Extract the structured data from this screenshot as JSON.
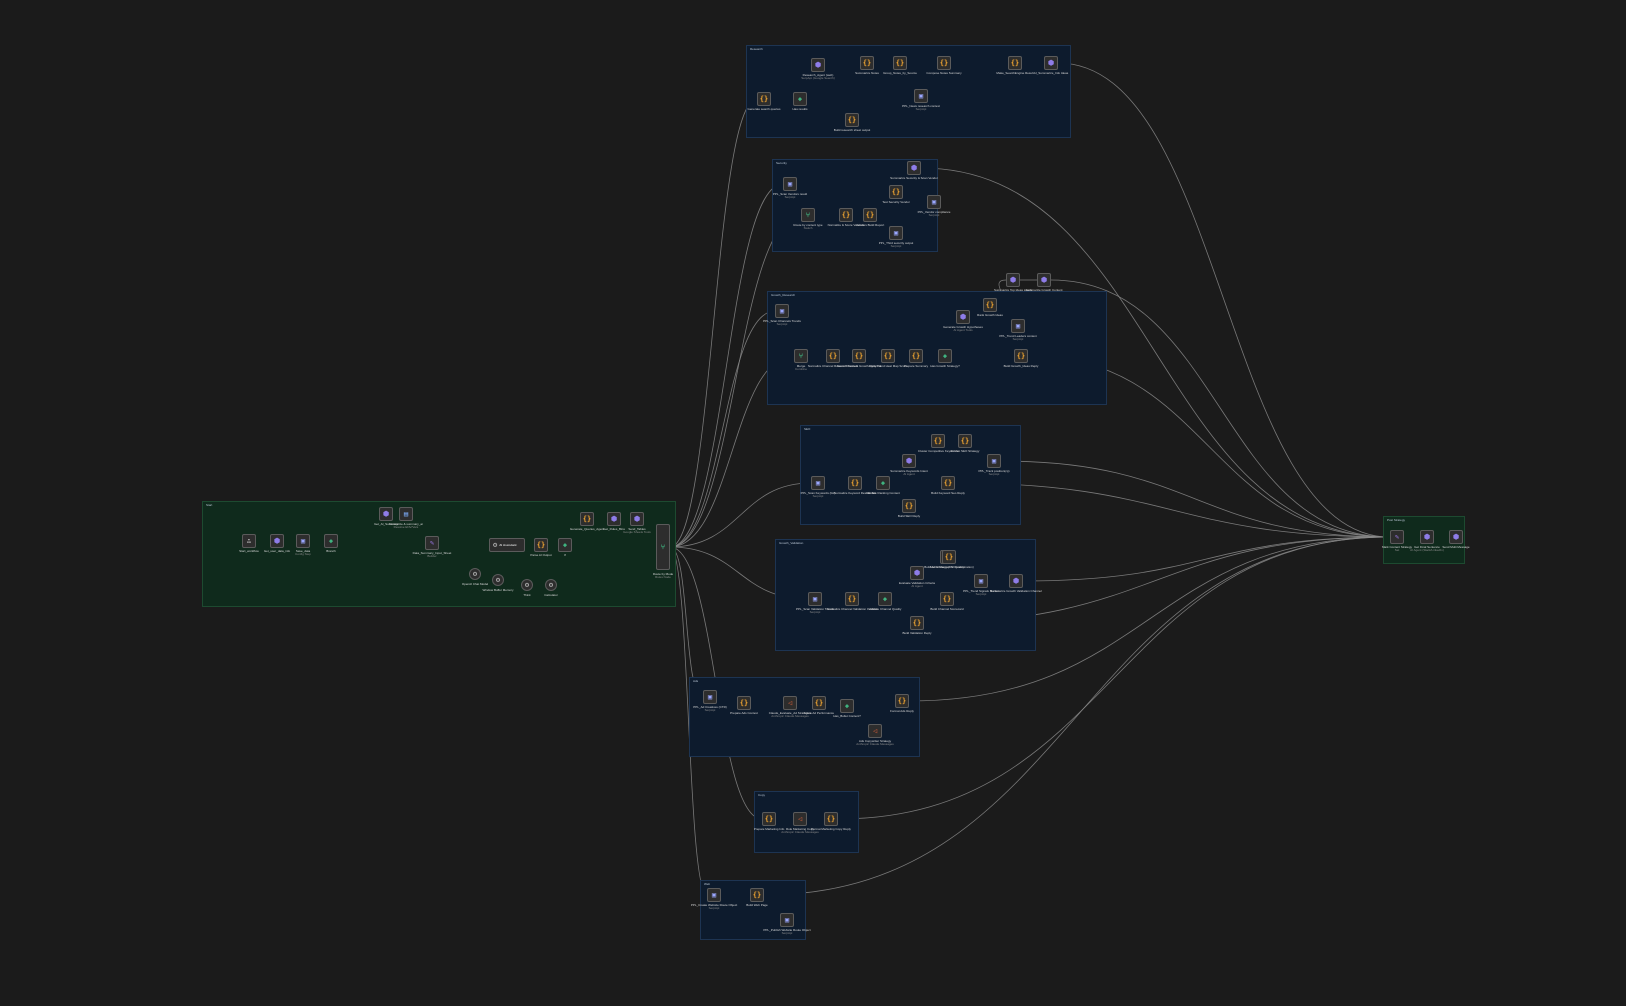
{
  "colors": {
    "background": "#1b1b1b",
    "group_blue": "#0d1b2d",
    "group_green": "#0f2a1c",
    "edge": "#8a8a8a",
    "code_icon": "#f0a531",
    "ai_icon": "#8e7ce8",
    "switch_icon": "#3fb27f"
  },
  "groups": {
    "start": "Start",
    "research": "Research",
    "security": "Security",
    "growth_research": "Growth_Research",
    "seo": "SEO",
    "growth_validation": "Growth_Validation",
    "ads": "Ads",
    "copy": "Copy",
    "web": "Web",
    "post": "Post Strategy"
  },
  "nodes": {
    "start": [
      {
        "id": "n1",
        "icon": "trigger-icon",
        "label": "Start_workflow"
      },
      {
        "id": "n2",
        "icon": "ai-icon",
        "label": "Get_user_data_info"
      },
      {
        "id": "n3",
        "icon": "http-icon",
        "label": "Save_data",
        "sub": "Config Step"
      },
      {
        "id": "n4",
        "icon": "if-icon",
        "label": "Branch"
      },
      {
        "id": "n5",
        "icon": "ai-icon",
        "label": "Get_AI_Summary"
      },
      {
        "id": "n6",
        "icon": "db-icon",
        "label": "Normalize & summary_ai",
        "sub": "Resolve ENV/Vars"
      },
      {
        "id": "n7",
        "icon": "edit-icon",
        "label": "Data_Summary_Input_Sheet",
        "sub": "Builder"
      },
      {
        "id": "n8",
        "icon": "tool-icon",
        "label": "AI Assistant",
        "big": true
      },
      {
        "id": "n9",
        "icon": "code-icon",
        "label": "Parse AI Output"
      },
      {
        "id": "n10",
        "icon": "if-icon",
        "label": "If"
      },
      {
        "id": "n11",
        "icon": "code-icon",
        "label": "Generate_Queries_Agent"
      },
      {
        "id": "n12",
        "icon": "ai-icon",
        "label": "Get_Rules_Bins"
      },
      {
        "id": "n13",
        "icon": "ai-icon",
        "label": "Send_Tables",
        "sub": "Google Sheets Tools"
      },
      {
        "id": "n14",
        "icon": "switch-icon",
        "label": "Route by Mode",
        "sub": "Rules Node"
      },
      {
        "id": "t1",
        "icon": "tool-icon",
        "label": "OpenAI Chat Model",
        "round": true
      },
      {
        "id": "t2",
        "icon": "tool-icon",
        "label": "Window Buffer Memory",
        "round": true
      },
      {
        "id": "t3",
        "icon": "tool-icon",
        "label": "Think",
        "round": true
      },
      {
        "id": "t4",
        "icon": "tool-icon",
        "label": "Calculator",
        "round": true
      }
    ],
    "research": [
      {
        "id": "r1",
        "icon": "code-icon",
        "label": "Generate search queries"
      },
      {
        "id": "r2",
        "icon": "if-icon",
        "label": "Has results"
      },
      {
        "id": "r3",
        "icon": "ai-icon",
        "label": "Research_Agent (web)",
        "sub": "SerpApi (Google Search)"
      },
      {
        "id": "r4",
        "icon": "code-icon",
        "label": "Summarize Notes"
      },
      {
        "id": "r5",
        "icon": "code-icon",
        "label": "Group_Notes_by_Source"
      },
      {
        "id": "r6",
        "icon": "code-icon",
        "label": "Compose Notes Summary"
      },
      {
        "id": "r7",
        "icon": "http-icon",
        "label": "PPL_News research context",
        "sub": "SerpApi"
      },
      {
        "id": "r8",
        "icon": "code-icon",
        "label": "Make_SearchEngine Result"
      },
      {
        "id": "r9",
        "icon": "ai-icon",
        "label": "AI_Summarize_Info Ideas"
      },
      {
        "id": "r10",
        "icon": "code-icon",
        "label": "Build research sheet output"
      }
    ],
    "security": [
      {
        "id": "s1",
        "icon": "http-icon",
        "label": "PPL_Scan Vendors result",
        "sub": "SerpApi"
      },
      {
        "id": "s2",
        "icon": "switch-icon",
        "label": "Route by content type",
        "sub": "Switch"
      },
      {
        "id": "s3",
        "icon": "code-icon",
        "label": "Normalize & Score Vendors"
      },
      {
        "id": "s4",
        "icon": "code-icon",
        "label": "Vendors Build Report"
      },
      {
        "id": "s5",
        "icon": "ai-icon",
        "label": "Summarize Security & Scan Vendor"
      },
      {
        "id": "s6",
        "icon": "code-icon",
        "label": "Test Security Vendor"
      },
      {
        "id": "s7",
        "icon": "http-icon",
        "label": "PPL_Vendor compliance",
        "sub": "SerpApi"
      },
      {
        "id": "s8",
        "icon": "http-icon",
        "label": "PPL_Third security output",
        "sub": "SerpApi"
      }
    ],
    "growth_research": [
      {
        "id": "g1",
        "icon": "http-icon",
        "label": "PPL_Scan Channels Trends",
        "sub": "SerpApi"
      },
      {
        "id": "g2",
        "icon": "switch-icon",
        "label": "Merge",
        "sub": "Combine"
      },
      {
        "id": "g3",
        "icon": "code-icon",
        "label": "Normalize Channel Research Context"
      },
      {
        "id": "g4",
        "icon": "code-icon",
        "label": "Score Channels Growth Potential"
      },
      {
        "id": "g5",
        "icon": "code-icon",
        "label": "Apply Trend Heat Map Score"
      },
      {
        "id": "g6",
        "icon": "code-icon",
        "label": "Prepare Summary"
      },
      {
        "id": "g7",
        "icon": "if-icon",
        "label": "Has Growth Strategy?"
      },
      {
        "id": "g8",
        "icon": "ai-icon",
        "label": "Generate Growth Hypotheses",
        "sub": "AI Agent Tools"
      },
      {
        "id": "g9",
        "icon": "code-icon",
        "label": "Rank Growth Ideas"
      },
      {
        "id": "g10",
        "icon": "ai-icon",
        "label": "Summarize Top Ideas Leads"
      },
      {
        "id": "g11",
        "icon": "ai-icon",
        "label": "Summarize Growth Content"
      },
      {
        "id": "g12",
        "icon": "http-icon",
        "label": "PPL_Trend Leaders context",
        "sub": "SerpApi"
      },
      {
        "id": "g13",
        "icon": "code-icon",
        "label": "Build Growth_Ideas Reply"
      }
    ],
    "seo": [
      {
        "id": "e1",
        "icon": "http-icon",
        "label": "PPL_Scan Keywords (list)",
        "sub": "SerpApi"
      },
      {
        "id": "e2",
        "icon": "code-icon",
        "label": "Normalize Keyword Results Set"
      },
      {
        "id": "e3",
        "icon": "if-icon",
        "label": "Validate Ranking Content"
      },
      {
        "id": "e4",
        "icon": "ai-icon",
        "label": "Summarize Keywords Intent",
        "sub": "AI Agent"
      },
      {
        "id": "e5",
        "icon": "code-icon",
        "label": "Cluster Competitive Keywords"
      },
      {
        "id": "e6",
        "icon": "code-icon",
        "label": "Format SEO Strategy"
      },
      {
        "id": "e7",
        "icon": "http-icon",
        "label": "PPL_Track position(cp)",
        "sub": "SerpApi"
      },
      {
        "id": "e8",
        "icon": "code-icon",
        "label": "Build Keyword Seo Reply"
      },
      {
        "id": "e9",
        "icon": "code-icon",
        "label": "Build SEO Reply"
      }
    ],
    "growth_validation": [
      {
        "id": "v1",
        "icon": "http-icon",
        "label": "PPL_Scan Validation Trends",
        "sub": "SerpApi"
      },
      {
        "id": "v2",
        "icon": "code-icon",
        "label": "Normalize Channel Validation Context"
      },
      {
        "id": "v3",
        "icon": "if-icon",
        "label": "Validate Channel Quality"
      },
      {
        "id": "v4",
        "icon": "ai-icon",
        "label": "Evaluate Validation Criteria",
        "sub": "AI Agent"
      },
      {
        "id": "v5",
        "icon": "code-icon",
        "label": "Score Channel Fit Quality"
      },
      {
        "id": "v6",
        "icon": "code-icon",
        "label": "Build Channel Scorecard"
      },
      {
        "id": "v7",
        "icon": "http-icon",
        "label": "PPL_Trend Signals Market",
        "sub": "SerpApi"
      },
      {
        "id": "v8",
        "icon": "ai-icon",
        "label": "Summarize Growth Validation Channel"
      },
      {
        "id": "v9",
        "icon": "code-icon",
        "label": "Build Validation Reply"
      },
      {
        "id": "v10",
        "icon": "code-icon",
        "label": "Build Ad Strategy (CV Concentration)"
      }
    ],
    "ads": [
      {
        "id": "a1",
        "icon": "http-icon",
        "label": "PPL_Ad Creatives (CTR)",
        "sub": "SerpApi"
      },
      {
        "id": "a2",
        "icon": "code-icon",
        "label": "Prepare Ads Context"
      },
      {
        "id": "a3",
        "icon": "send-icon",
        "label": "Claude_Evaluate_Ad Strategies",
        "sub": "Anthropic Claude Messages"
      },
      {
        "id": "a4",
        "icon": "code-icon",
        "label": "Score Ad Performance"
      },
      {
        "id": "a5",
        "icon": "if-icon",
        "label": "Has_Bullet Content?"
      },
      {
        "id": "a6",
        "icon": "send-icon",
        "label": "Ads Copywriter Strategy",
        "sub": "Anthropic Claude Messages"
      },
      {
        "id": "a7",
        "icon": "code-icon",
        "label": "Format Ads Reply"
      }
    ],
    "copy": [
      {
        "id": "c1",
        "icon": "code-icon",
        "label": "Prepare Marketing Info"
      },
      {
        "id": "c2",
        "icon": "send-icon",
        "label": "Rule Marketing Copy",
        "sub": "Anthropic Claude Messages"
      },
      {
        "id": "c3",
        "icon": "code-icon",
        "label": "Format Marketing Copy Reply"
      }
    ],
    "web": [
      {
        "id": "w1",
        "icon": "http-icon",
        "label": "PPL_Create Website Route Object",
        "sub": "SerpApi"
      },
      {
        "id": "w2",
        "icon": "code-icon",
        "label": "Build Web Page"
      },
      {
        "id": "w3",
        "icon": "http-icon",
        "label": "PPL_Publish Website Route Object",
        "sub": "SerpApi"
      }
    ],
    "post": [
      {
        "id": "p1",
        "icon": "edit-icon",
        "label": "Mark Content Strategy",
        "sub": "Set"
      },
      {
        "id": "p2",
        "icon": "ai-icon",
        "label": "Get Final Sentence",
        "sub": "AI Agent (Slack/LinkedIn)"
      },
      {
        "id": "p3",
        "icon": "ai-icon",
        "label": "Send Multi Message"
      }
    ]
  }
}
